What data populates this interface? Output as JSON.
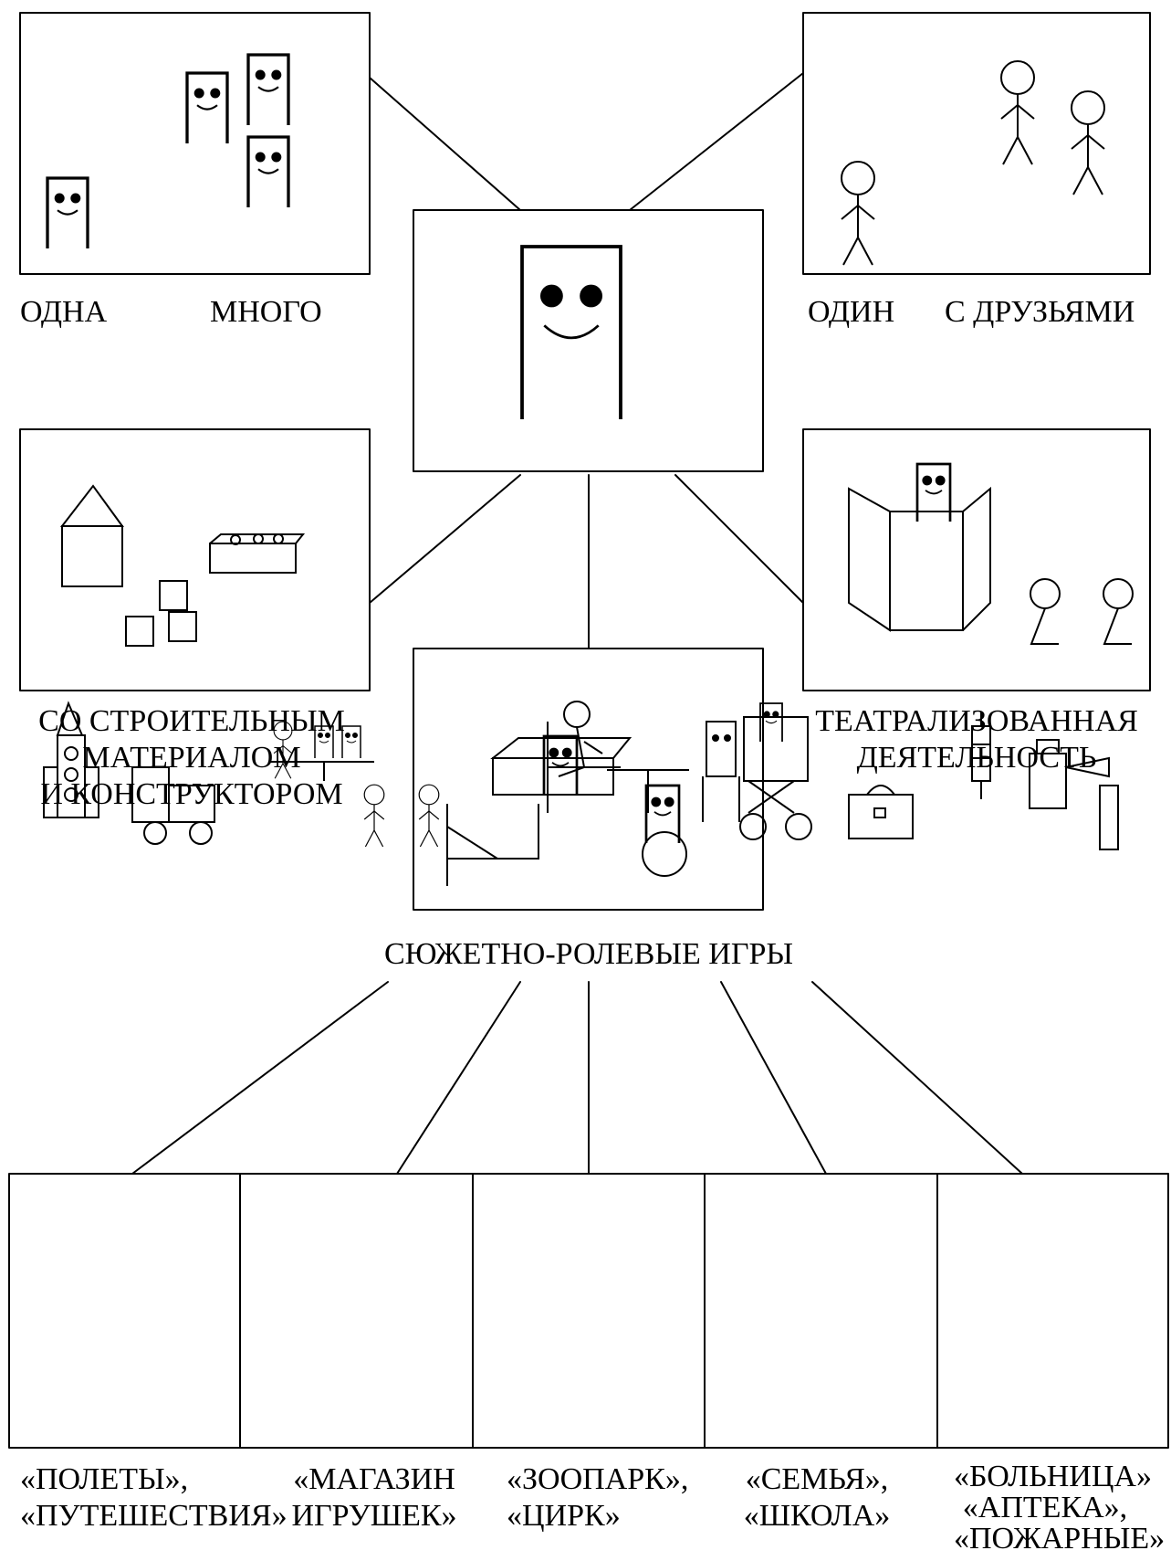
{
  "top_left": {
    "left": "ОДНА",
    "right": "МНОГО"
  },
  "top_right": {
    "left": "ОДИН",
    "right": "С ДРУЗЬЯМИ"
  },
  "mid_left": {
    "line1": "СО СТРОИТЕЛЬНЫМ",
    "line2": "МАТЕРИАЛОМ",
    "line3": "И КОНСТРУКТОРОМ"
  },
  "mid_right": {
    "line1": "ТЕАТРАЛИЗОВАННАЯ",
    "line2": "ДЕЯТЕЛЬНОСТЬ"
  },
  "role_games": "СЮЖЕТНО-РОЛЕВЫЕ ИГРЫ",
  "bottom": [
    {
      "line1": "«ПОЛЕТЫ»,",
      "line2": "«ПУТЕШЕСТВИЯ»"
    },
    {
      "line1": "«МАГАЗИН",
      "line2": "ИГРУШЕК»"
    },
    {
      "line1": "«ЗООПАРК»,",
      "line2": "«ЦИРК»"
    },
    {
      "line1": "«СЕМЬЯ»,",
      "line2": "«ШКОЛА»"
    },
    {
      "line1": "«БОЛЬНИЦА»",
      "line2": "«АПТЕКА»,",
      "line3": "«ПОЖАРНЫЕ»"
    }
  ]
}
